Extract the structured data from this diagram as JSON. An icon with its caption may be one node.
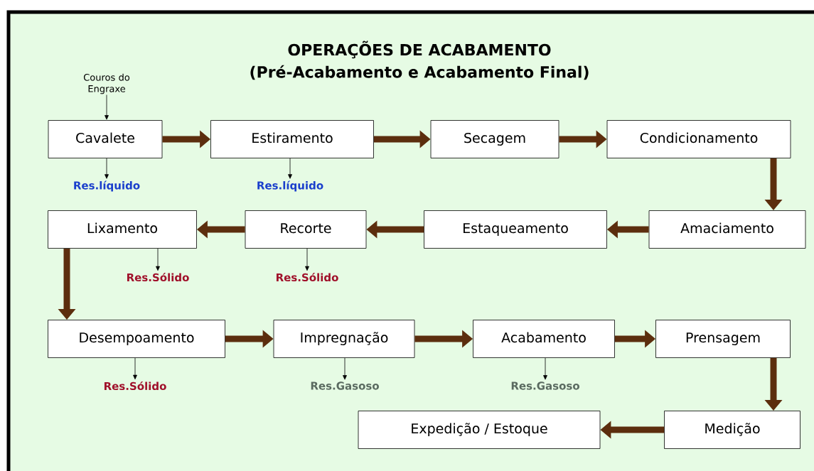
{
  "diagram": {
    "title": "OPERAÇÕES DE ACABAMENTO",
    "nodes": [
      {
        "text": [
          "Couros do Engraxe"
        ]
      },
      {
        "text": [
          "Cavalete"
        ]
      },
      {
        "text": [
          "Estiramento"
        ]
      },
      {
        "text": [
          "Secagem"
        ]
      },
      {
        "text": [
          "Condicionamento"
        ]
      },
      {
        "text": [
          "Res.líquido"
        ]
      },
      {
        "text": [
          "Res.líquido"
        ]
      },
      {
        "text": [
          "Lixamento"
        ]
      },
      {
        "text": [
          "Recorte"
        ]
      },
      {
        "text": [
          "Estaqueamento"
        ]
      },
      {
        "text": [
          "Amaciamento"
        ]
      },
      {
        "text": [
          "Res.Sólido"
        ]
      },
      {
        "text": [
          "Res.Sólido"
        ]
      },
      {
        "text": [
          "Desempoamento"
        ]
      },
      {
        "text": [
          "Impregnação"
        ]
      },
      {
        "text": [
          "Acabamento"
        ]
      },
      {
        "text": [
          "Prensagem"
        ]
      },
      {
        "text": [
          "Res.Sólido"
        ]
      },
      {
        "text": [
          "Res.Gasoso"
        ]
      },
      {
        "text": [
          "Res.Gasoso"
        ]
      },
      {
        "text": [
          "Expedição / Estoque"
        ]
      },
      {
        "text": [
          "Medição"
        ]
      }
    ],
    "edges": [
      {
        "from": 0,
        "to": 1,
        "arrow": "to",
        "color": "#000000"
      },
      {
        "from": 1,
        "to": 2,
        "arrow": "to"
      },
      {
        "from": 2,
        "to": 3,
        "arrow": "to"
      },
      {
        "from": 3,
        "to": 4,
        "arrow": "to"
      },
      {
        "from": 4,
        "to": 10,
        "arrow": "to"
      },
      {
        "from": 10,
        "to": 9,
        "arrow": "to"
      },
      {
        "from": 9,
        "to": 8,
        "arrow": "to"
      },
      {
        "from": 8,
        "to": 7,
        "arrow": "to"
      },
      {
        "from": 7,
        "to": 13,
        "arrow": "to"
      },
      {
        "from": 13,
        "to": 14,
        "arrow": "to"
      },
      {
        "from": 14,
        "to": 15,
        "arrow": "to"
      },
      {
        "from": 15,
        "to": 16,
        "arrow": "to"
      },
      {
        "from": 16,
        "to": 21,
        "arrow": "to"
      },
      {
        "from": 21,
        "to": 20,
        "arrow": "to"
      },
      {
        "from": 1,
        "to": 5,
        "arrow": "to",
        "color": "#000000"
      },
      {
        "from": 2,
        "to": 6,
        "arrow": "to",
        "color": "#000000"
      },
      {
        "from": 7,
        "to": 11,
        "arrow": "to",
        "color": "#000000"
      },
      {
        "from": 8,
        "to": 12,
        "arrow": "to",
        "color": "#000000"
      },
      {
        "from": 13,
        "to": 17,
        "arrow": "to",
        "color": "#000000"
      },
      {
        "from": 14,
        "to": 18,
        "arrow": "to",
        "color": "#000000"
      },
      {
        "from": 15,
        "to": 19,
        "arrow": "to",
        "color": "#000000"
      }
    ],
    "labels": [
      "(Pré-Acabamento e Acabamento Final)"
    ]
  }
}
